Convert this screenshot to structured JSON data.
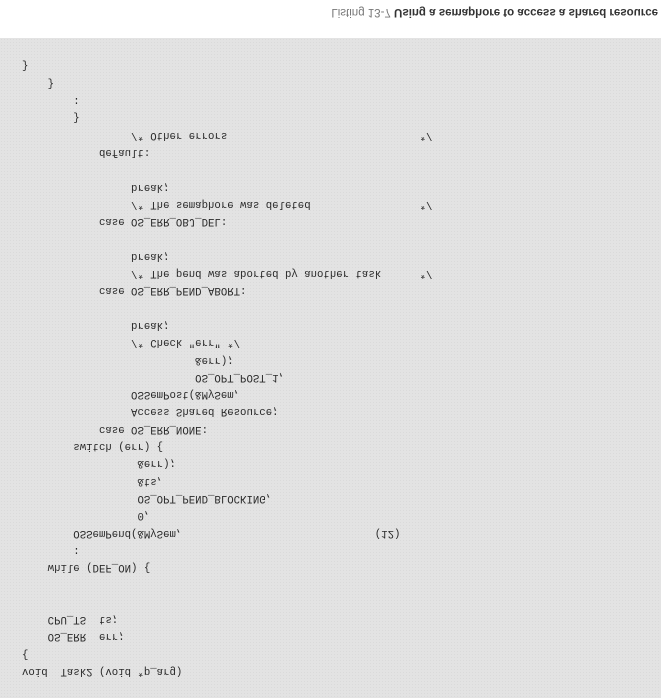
{
  "caption": {
    "number": "Listing 13-7",
    "title": "Using a semaphore to access a shared resource"
  },
  "code_lines": [
    "void  Task2 (void *p_arg)",
    "{",
    "    OS_ERR  err;",
    "    CPU_TS  ts;",
    "",
    "",
    "    while (DEF_ON) {",
    "        :",
    "        OSSemPend(&MySem,                              (12)",
    "                  0,",
    "                  OS_OPT_PEND_BLOCKING,",
    "                  &ts,",
    "                  &err);",
    "        switch (err) {",
    "            case OS_ERR_NONE:",
    "                 Access Shared Resource;",
    "                 OSSemPost(&MySem,",
    "                           OS_OPT_POST_1,",
    "                           &err);",
    "                 /* Check \"err\" */",
    "                 break;",
    "",
    "            case OS_ERR_PEND_ABORT:",
    "                 /* The pend was aborted by another task      */",
    "                 break;",
    "",
    "            case OS_ERR_OBJ_DEL:",
    "                 /* The semaphore was deleted                 */",
    "                 break;",
    "",
    "            default:",
    "                 /* Other errors                              */",
    "        }",
    "        :",
    "    }",
    "}"
  ]
}
